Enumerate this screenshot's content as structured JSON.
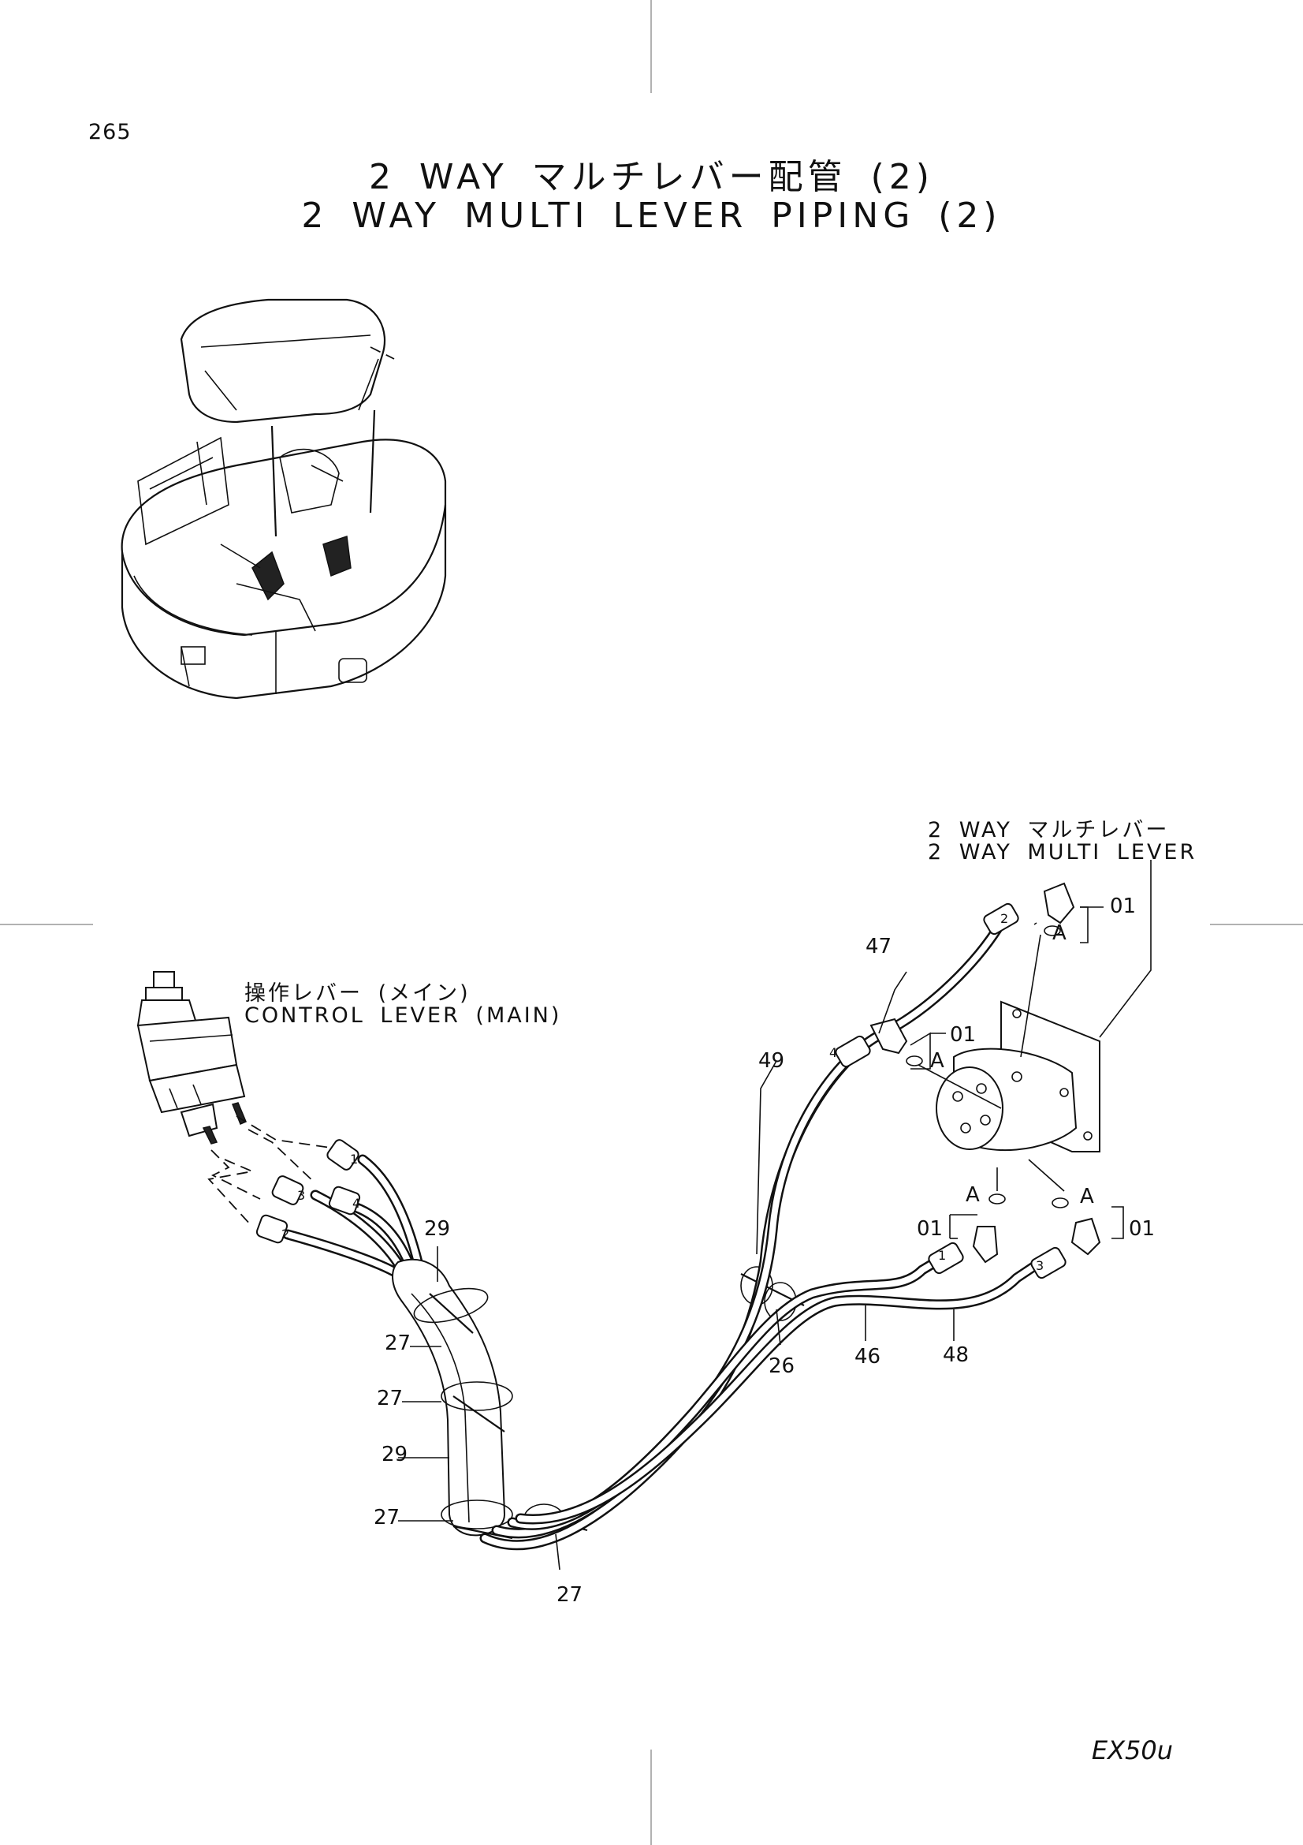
{
  "page": {
    "number": "265",
    "model": "EX50u"
  },
  "title": {
    "japanese": "2 WAY マルチレバー配管 (2)",
    "english": "2 WAY MULTI LEVER PIPING (2)"
  },
  "component_labels": {
    "multi_lever_jp": "2 WAY マルチレバー",
    "multi_lever_en": "2 WAY MULTI LEVER",
    "control_lever_jp": "操作レバー (メイン)",
    "control_lever_en": "CONTROL LEVER (MAIN)"
  },
  "callouts": {
    "c01a": "01",
    "c01b": "01",
    "c01c": "01",
    "c01d": "01",
    "c47": "47",
    "c49": "49",
    "c29a": "29",
    "c29b": "29",
    "c27a": "27",
    "c27b": "27",
    "c27c": "27",
    "c27d": "27",
    "c26": "26",
    "c46": "46",
    "c48": "48",
    "detail_a1": "A",
    "detail_a2": "A",
    "detail_a3": "A",
    "detail_a4": "A"
  },
  "port_numbers": {
    "p1": "1",
    "p2": "2",
    "p3": "3",
    "p4": "4",
    "q1": "1",
    "q2": "2",
    "q3": "3",
    "q4": "4"
  }
}
